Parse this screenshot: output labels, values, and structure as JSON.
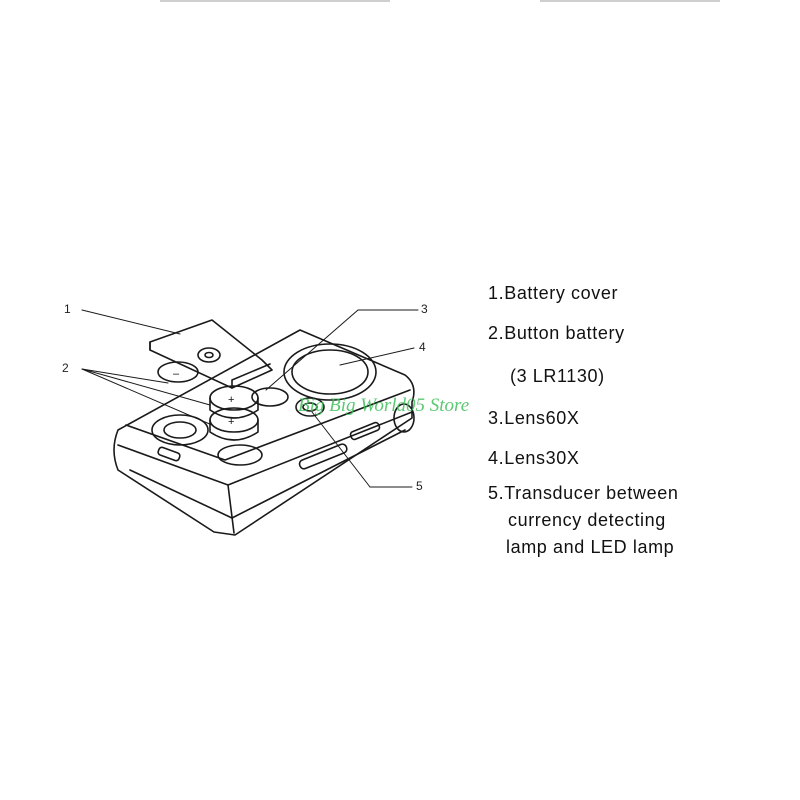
{
  "diagram": {
    "callouts": [
      {
        "id": "c1",
        "text": "1"
      },
      {
        "id": "c2",
        "text": "2"
      },
      {
        "id": "c3",
        "text": "3"
      },
      {
        "id": "c4",
        "text": "4"
      },
      {
        "id": "c5",
        "text": "5"
      }
    ],
    "battery_marks": [
      "+",
      "+",
      "–"
    ]
  },
  "legend": {
    "lines": [
      "1.Battery  cover",
      "2.Button battery",
      "(3 LR1130)",
      "3.Lens60X",
      "4.Lens30X",
      "5.Transducer between",
      "currency  detecting",
      "lamp and LED lamp"
    ]
  },
  "watermark": {
    "text": "Big Big World05 Store"
  }
}
